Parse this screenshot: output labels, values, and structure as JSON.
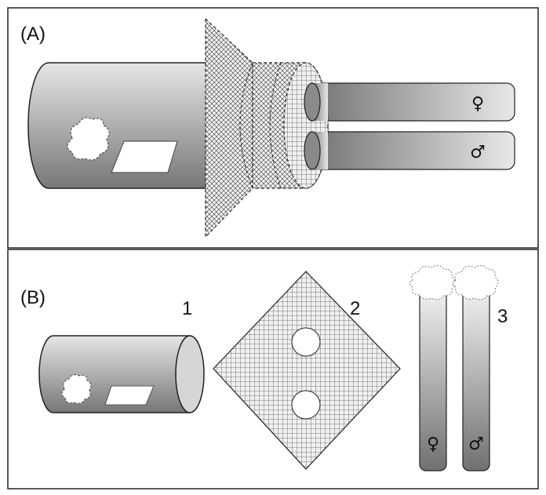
{
  "panels": {
    "a": {
      "label": "(A)"
    },
    "b": {
      "label": "(B)",
      "part1": "1",
      "part2": "2",
      "part3": "3"
    }
  },
  "symbols": {
    "female": "♀",
    "male": "♂"
  },
  "colors": {
    "stroke": "#222222",
    "gray_light": "#e6e6e6",
    "gray_dark": "#6f6f6f",
    "mesh": "#555555"
  }
}
